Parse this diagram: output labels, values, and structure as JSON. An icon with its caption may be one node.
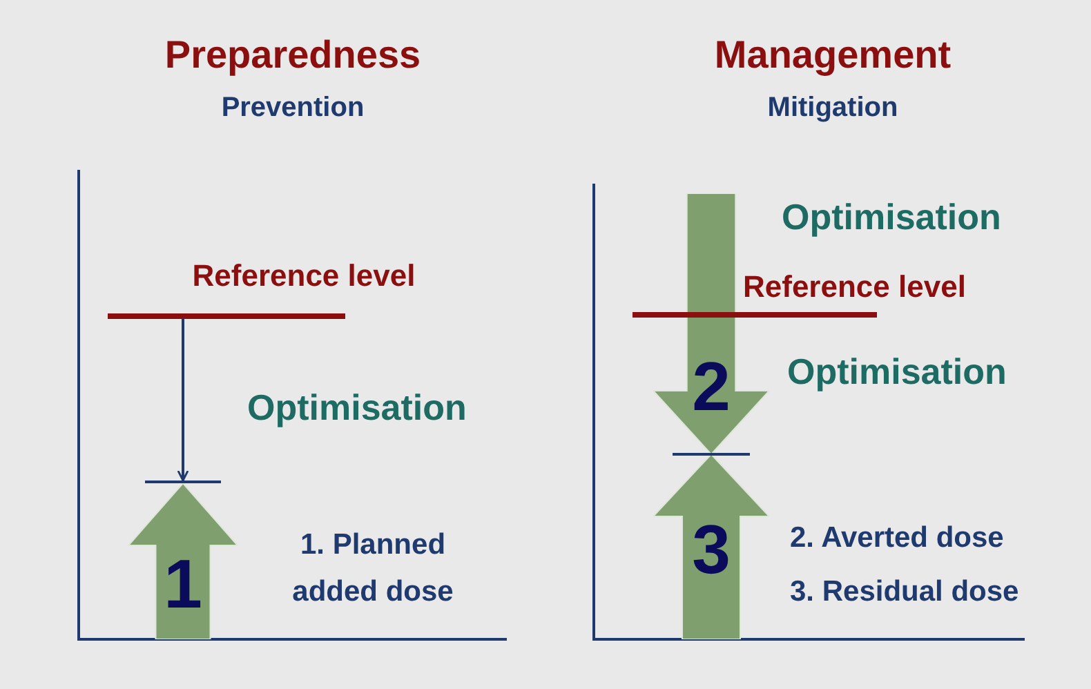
{
  "diagram": {
    "nodes": [
      {
        "text": [],
        "shape": "bar"
      },
      {
        "text": [],
        "shape": "bar"
      },
      {
        "text": [
          "1"
        ]
      },
      {
        "text": [
          "2"
        ]
      },
      {
        "text": [
          "3"
        ]
      }
    ],
    "edges": [
      {
        "from": 0,
        "to": 1,
        "arrow": "to"
      }
    ],
    "labels": [
      "Preparedness",
      "Prevention",
      "Management",
      "Mitigation",
      "Reference level",
      "Optimisation",
      "Reference level",
      "Optimisation",
      "Optimisation",
      "1. Planned added dose",
      "2. Averted dose",
      "3. Residual dose"
    ]
  }
}
